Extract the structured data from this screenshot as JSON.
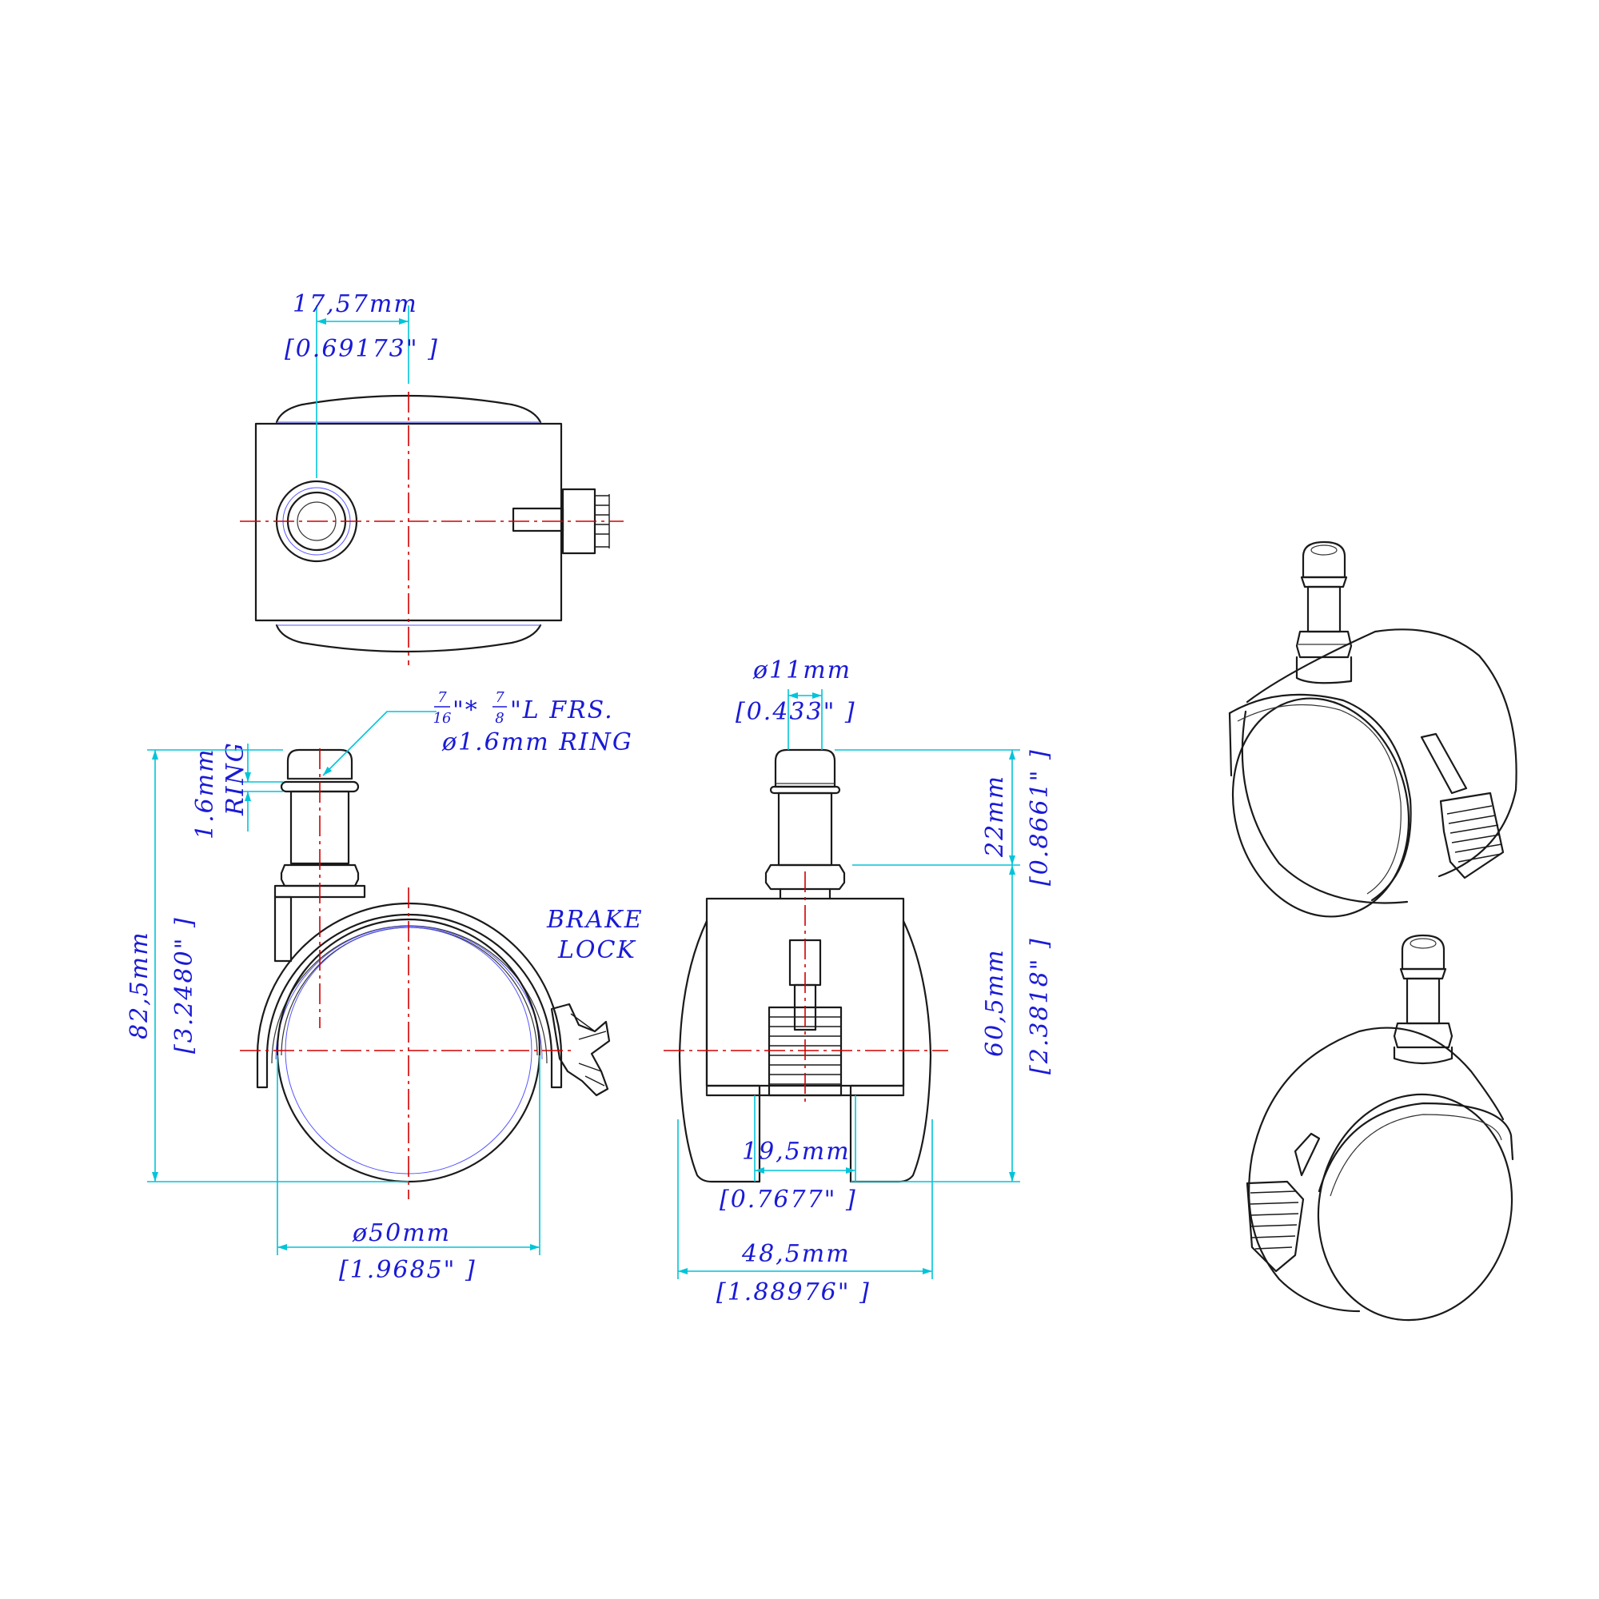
{
  "colors": {
    "outline": "#1a1a1a",
    "centerline": "#d10000",
    "dimension_line": "#00c4d8",
    "dimension_text": "#1a1ad6"
  },
  "top_view": {
    "dim_offset_mm": "17,57mm",
    "dim_offset_in": "[0.69173\" ]"
  },
  "side_view": {
    "stem_spec_frac_a_num": "7",
    "stem_spec_frac_a_den": "16",
    "stem_spec_mid": "\"*",
    "stem_spec_frac_b_num": "7",
    "stem_spec_frac_b_den": "8",
    "stem_spec_tail": "\"L  FRS.",
    "ring_spec": "ø1.6mm  RING",
    "ring_width_mm": "1.6mm",
    "ring_label": "RING",
    "overall_height_mm": "82,5mm",
    "overall_height_in": "[3.2480\" ]",
    "brake_label_1": "BRAKE",
    "brake_label_2": "LOCK",
    "wheel_dia_mm": "ø50mm",
    "wheel_dia_in": "[1.9685\" ]"
  },
  "front_view": {
    "stem_dia_mm": "ø11mm",
    "stem_dia_in": "[0.433\" ]",
    "stem_len_mm": "22mm",
    "stem_len_in": "[0.8661\" ]",
    "body_height_mm": "60,5mm",
    "body_height_in": "[2.3818\" ]",
    "inner_gap_mm": "19,5mm",
    "inner_gap_in": "[0.7677\" ]",
    "overall_width_mm": "48,5mm",
    "overall_width_in": "[1.88976\" ]"
  },
  "iso_views": {
    "count": 2
  }
}
